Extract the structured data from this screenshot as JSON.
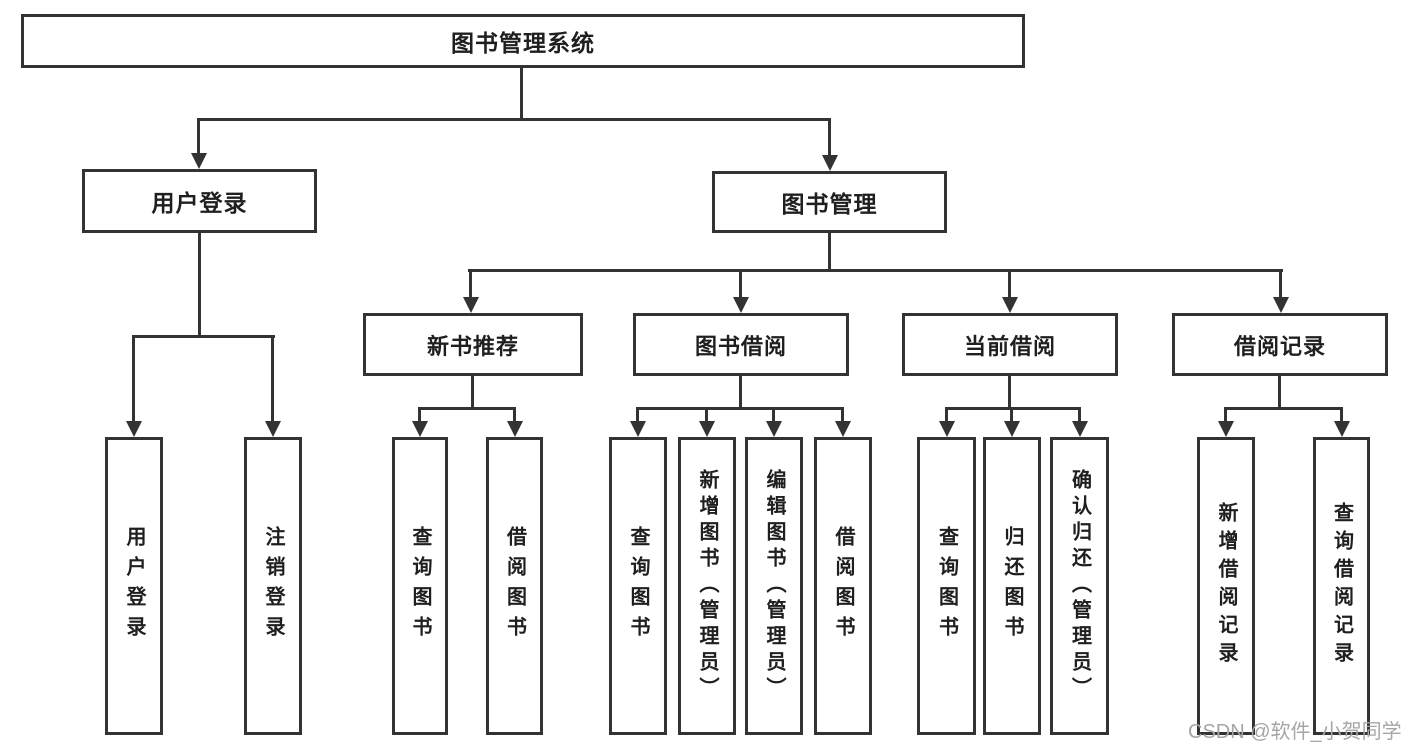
{
  "diagram": {
    "type": "hierarchy-tree",
    "title": "图书管理系统",
    "nodes": {
      "root": "图书管理系统",
      "user_login": "用户登录",
      "book_mgmt": "图书管理",
      "new_book_rec": "新书推荐",
      "book_borrow": "图书借阅",
      "current_borrow": "当前借阅",
      "borrow_record": "借阅记录",
      "user_login_leaf": "用户登录",
      "logout": "注销登录",
      "query_book_1": "查询图书",
      "borrow_book_1": "借阅图书",
      "query_book_2": "查询图书",
      "add_book": "新增图书（管理员）",
      "edit_book": "编辑图书（管理员）",
      "borrow_book_2": "借阅图书",
      "query_book_3": "查询图书",
      "return_book": "归还图书",
      "confirm_return": "确认归还（管理员）",
      "add_borrow_record": "新增借阅记录",
      "query_borrow_record": "查询借阅记录"
    },
    "edges": [
      [
        "图书管理系统",
        "用户登录"
      ],
      [
        "图书管理系统",
        "图书管理"
      ],
      [
        "用户登录",
        "用户登录"
      ],
      [
        "用户登录",
        "注销登录"
      ],
      [
        "图书管理",
        "新书推荐"
      ],
      [
        "图书管理",
        "图书借阅"
      ],
      [
        "图书管理",
        "当前借阅"
      ],
      [
        "图书管理",
        "借阅记录"
      ],
      [
        "新书推荐",
        "查询图书"
      ],
      [
        "新书推荐",
        "借阅图书"
      ],
      [
        "图书借阅",
        "查询图书"
      ],
      [
        "图书借阅",
        "新增图书（管理员）"
      ],
      [
        "图书借阅",
        "编辑图书（管理员）"
      ],
      [
        "图书借阅",
        "借阅图书"
      ],
      [
        "当前借阅",
        "查询图书"
      ],
      [
        "当前借阅",
        "归还图书"
      ],
      [
        "当前借阅",
        "确认归还（管理员）"
      ],
      [
        "借阅记录",
        "新增借阅记录"
      ],
      [
        "借阅记录",
        "查询借阅记录"
      ]
    ],
    "watermark": "CSDN @软件_小贺同学",
    "colors": {
      "line": "#333333",
      "text": "#1f1f1f",
      "watermark": "#a6a6a6",
      "background": "#ffffff"
    }
  }
}
